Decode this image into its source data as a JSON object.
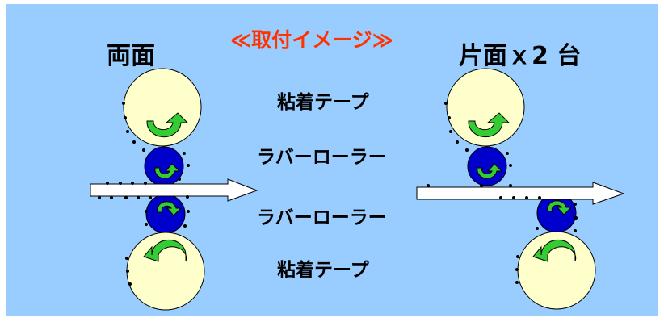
{
  "title": "≪取付イメージ≫",
  "left_heading": "両面",
  "right_heading": "片面ｘ2 台",
  "labels": {
    "tape_top": "粘着テープ",
    "rubber_roller_1": "ラバーローラー",
    "rubber_roller_2": "ラバーローラー",
    "tape_bottom": "粘着テープ"
  },
  "colors": {
    "background": "#99ccff",
    "title": "#ff3300",
    "tape_roll": "#ffffcc",
    "rubber_roller": "#0000cc",
    "rotation_arrow": "#33cc33",
    "feed_arrow": "#ffffff",
    "dust": "#000000"
  },
  "icons": {
    "rotation": "curved-arrow-icon",
    "feed": "right-arrow-icon"
  }
}
